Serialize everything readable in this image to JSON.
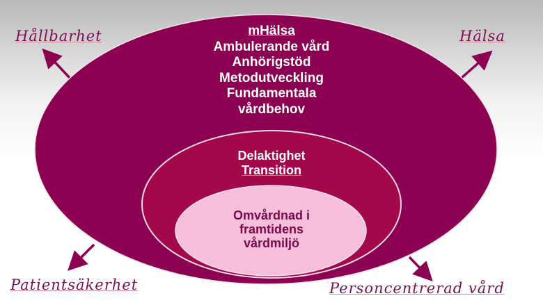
{
  "outer_ring": {
    "lines": [
      "mHälsa",
      "Ambulerande vård",
      "Anhörigstöd",
      "Metodutveckling",
      "Fundamentala",
      "vårdbehov"
    ],
    "fill": "#8b0050"
  },
  "middle_ring": {
    "lines": [
      "Delaktighet",
      "Transition"
    ],
    "fill": "#a2084a"
  },
  "inner_ring": {
    "lines": [
      "Omvårdnad i",
      "framtidens",
      "vårdmiljö"
    ],
    "fill": "#f8bfdc",
    "text_color": "#7a0a4a"
  },
  "labels": {
    "top_left": "Hållbarhet",
    "top_right": "Hälsa",
    "bottom_left": "Patientsäkerhet",
    "bottom_right": "Personcentrerad vård"
  },
  "colors": {
    "label": "#7a1050",
    "arrow": "#8b0050"
  }
}
